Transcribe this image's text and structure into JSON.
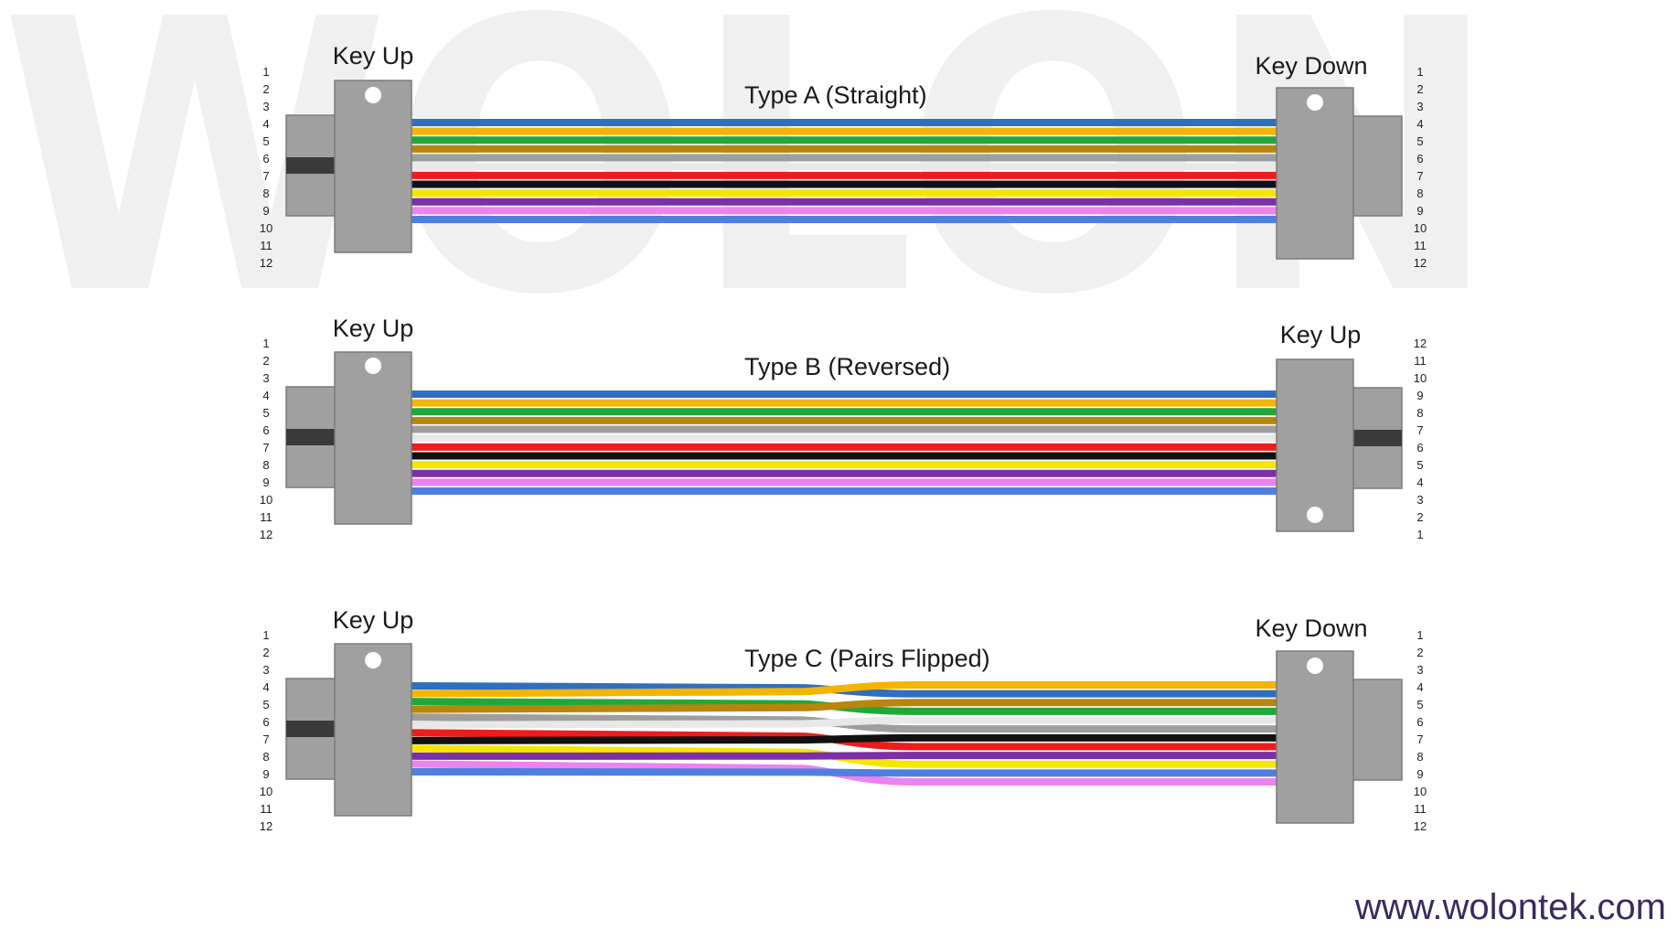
{
  "watermark": "WOLON",
  "website": "www.wolontek.com",
  "colors": {
    "fiber": [
      "#2f6fc0",
      "#f4b400",
      "#22a83a",
      "#b8860b",
      "#9e9e9e",
      "#e8e8e8",
      "#ee1c1c",
      "#111111",
      "#f5e600",
      "#7b2fa8",
      "#ee82ee",
      "#4f7fe0"
    ],
    "connector_body": "#a0a0a0",
    "connector_edge": "#7a7a7a",
    "connector_slot": "#3a3a3a",
    "key_dot": "#ffffff",
    "watermark": "#f0f0f0",
    "website": "#3b2a5e"
  },
  "pin_numbers": [
    "1",
    "2",
    "3",
    "4",
    "5",
    "6",
    "7",
    "8",
    "9",
    "10",
    "11",
    "12"
  ],
  "cables": [
    {
      "title": "Type A (Straight)",
      "left_key_label": "Key Up",
      "right_key_label": "Key Down",
      "right_pins": [
        "1",
        "2",
        "3",
        "4",
        "5",
        "6",
        "7",
        "8",
        "9",
        "10",
        "11",
        "12"
      ]
    },
    {
      "title": "Type B (Reversed)",
      "left_key_label": "Key Up",
      "right_key_label": "Key Up",
      "right_pins": [
        "12",
        "11",
        "10",
        "9",
        "8",
        "7",
        "6",
        "5",
        "4",
        "3",
        "2",
        "1"
      ]
    },
    {
      "title": "Type C (Pairs Flipped)",
      "left_key_label": "Key Up",
      "right_key_label": "Key Down",
      "right_pins": [
        "1",
        "2",
        "3",
        "4",
        "5",
        "6",
        "7",
        "8",
        "9",
        "10",
        "11",
        "12"
      ]
    }
  ]
}
